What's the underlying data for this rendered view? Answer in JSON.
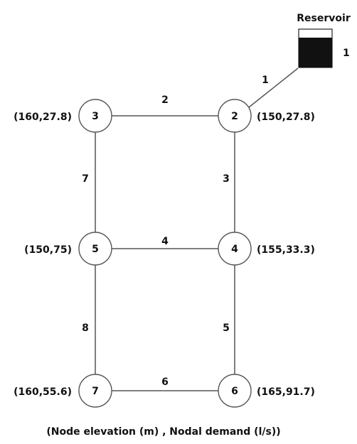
{
  "reservoir": {
    "title": "Reservoir",
    "id_label": "1"
  },
  "nodes": [
    {
      "id": "2",
      "annotation": "(150,27.8)"
    },
    {
      "id": "3",
      "annotation": "(160,27.8)"
    },
    {
      "id": "4",
      "annotation": "(155,33.3)"
    },
    {
      "id": "5",
      "annotation": "(150,75)"
    },
    {
      "id": "6",
      "annotation": "(165,91.7)"
    },
    {
      "id": "7",
      "annotation": "(160,55.6)"
    }
  ],
  "pipes": [
    {
      "id": "1",
      "from": "R1",
      "to": "2"
    },
    {
      "id": "2",
      "from": "3",
      "to": "2"
    },
    {
      "id": "3",
      "from": "2",
      "to": "4"
    },
    {
      "id": "4",
      "from": "5",
      "to": "4"
    },
    {
      "id": "5",
      "from": "4",
      "to": "6"
    },
    {
      "id": "6",
      "from": "7",
      "to": "6"
    },
    {
      "id": "7",
      "from": "3",
      "to": "5"
    },
    {
      "id": "8",
      "from": "5",
      "to": "7"
    }
  ],
  "caption": "(Node elevation (m) , Nodal demand (l/s))"
}
